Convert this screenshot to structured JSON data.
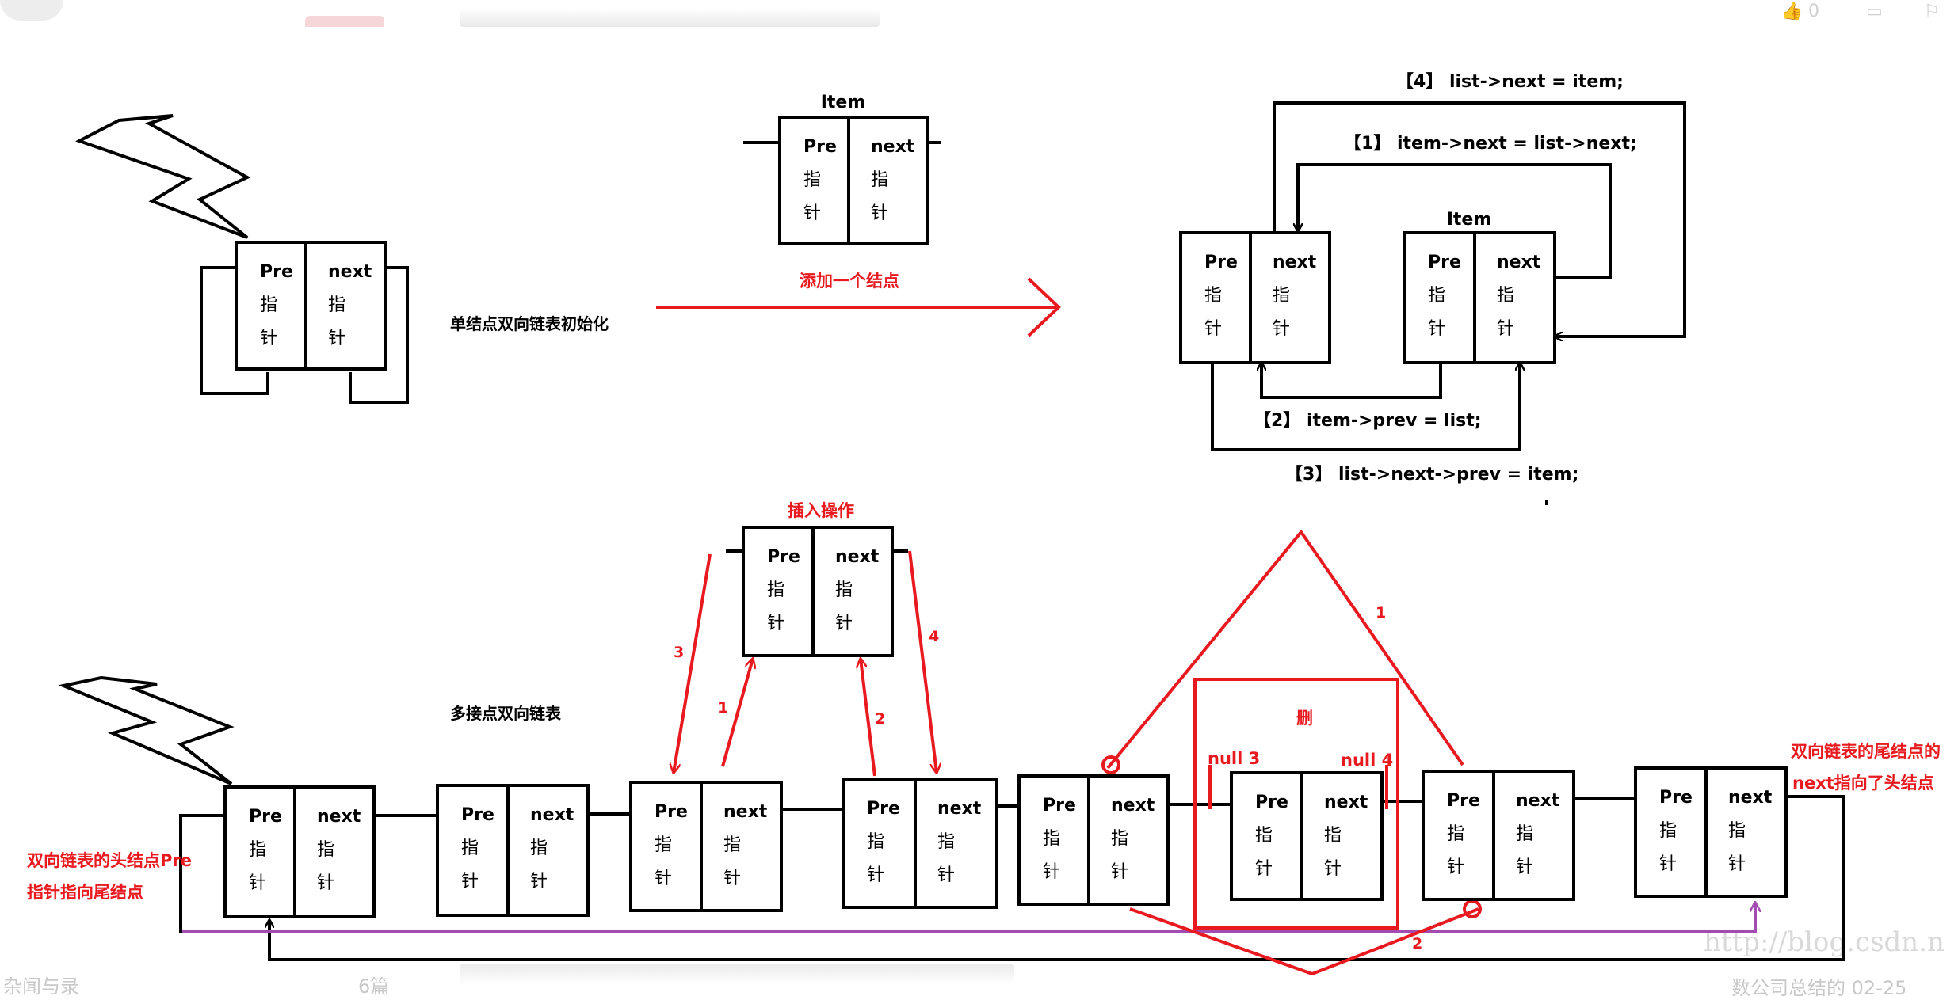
{
  "page": {
    "top_bar": {
      "like_count": "0"
    },
    "bottom_faint": {
      "left_text": "杂闻与录",
      "mid_text": "6篇",
      "right_text": "数公司总结的 02-25",
      "watermark": "http://blog.csdn.n"
    }
  },
  "diagram": {
    "node_labels": {
      "pre": "Pre",
      "next": "next",
      "zhi": "指",
      "zhen": "针"
    },
    "item_label": "Item",
    "single_node_init": "单结点双向链表初始化",
    "add_one_node": "添加一个结点",
    "steps": {
      "s4": "【4】 list->next = item;",
      "s1": "【1】 item->next = list->next;",
      "s2": "【2】 item->prev = list;",
      "s3": "【3】 list->next->prev = item;"
    },
    "insert_op": "插入操作",
    "multi_node_list": "多接点双向链表",
    "delete_label": "删",
    "null3": "null 3",
    "null4": "null 4",
    "head_note_line1": "双向链表的头结点Pre",
    "head_note_line2": "指针指向尾结点",
    "tail_note_line1": "双向链表的尾结点的",
    "tail_note_line2": "next指向了头结点",
    "insert_nums": [
      "3",
      "1",
      "2",
      "4"
    ],
    "delete_nums": [
      "1",
      "2"
    ],
    "colors": {
      "red": "#e8191f",
      "purple": "#a24cb1",
      "black": "#000000"
    }
  }
}
